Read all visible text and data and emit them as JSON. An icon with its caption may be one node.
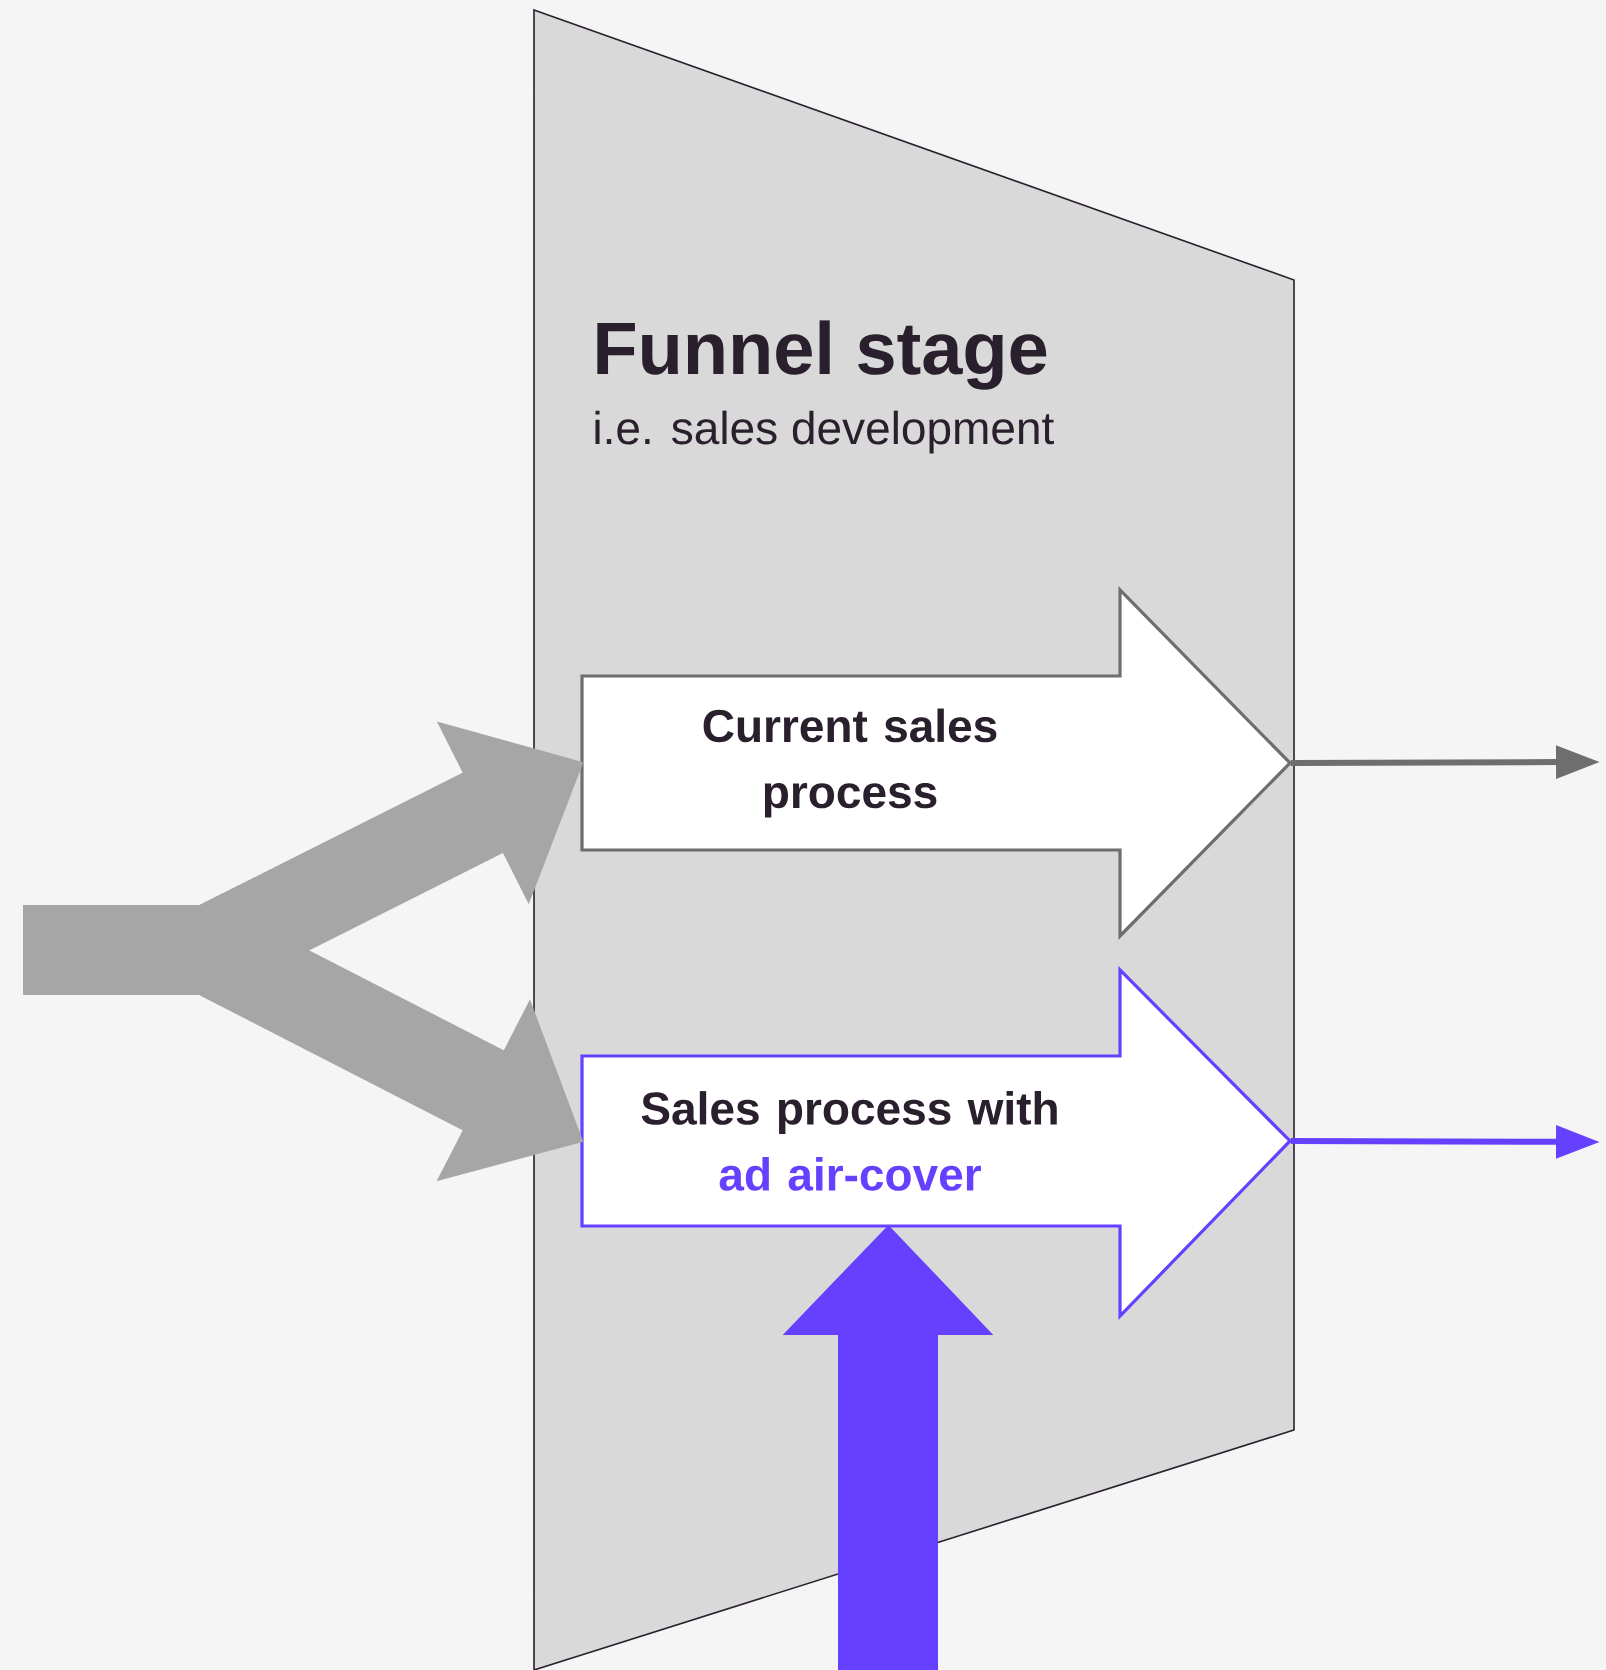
{
  "diagram": {
    "nodes": [
      {
        "text": [
          "Funnel stage",
          "i.e. sales development"
        ]
      },
      {
        "text": [
          "Current sales process"
        ],
        "in": 0
      },
      {
        "text": [
          "Sales process with",
          "ad air-cover"
        ],
        "in": 0
      }
    ],
    "edges": [
      {
        "from": null,
        "to": 1,
        "arrow": "to",
        "style": "thick",
        "color": "#a6a6a6"
      },
      {
        "from": null,
        "to": 2,
        "arrow": "to",
        "style": "thick",
        "color": "#a6a6a6"
      },
      {
        "from": 1,
        "to": null,
        "arrow": "to",
        "color": "#6e6e6e"
      },
      {
        "from": 2,
        "to": null,
        "arrow": "to",
        "color": "#6640ff"
      },
      {
        "from": null,
        "to": 2,
        "arrow": "to",
        "style": "thick",
        "color": "#6640ff"
      }
    ]
  }
}
